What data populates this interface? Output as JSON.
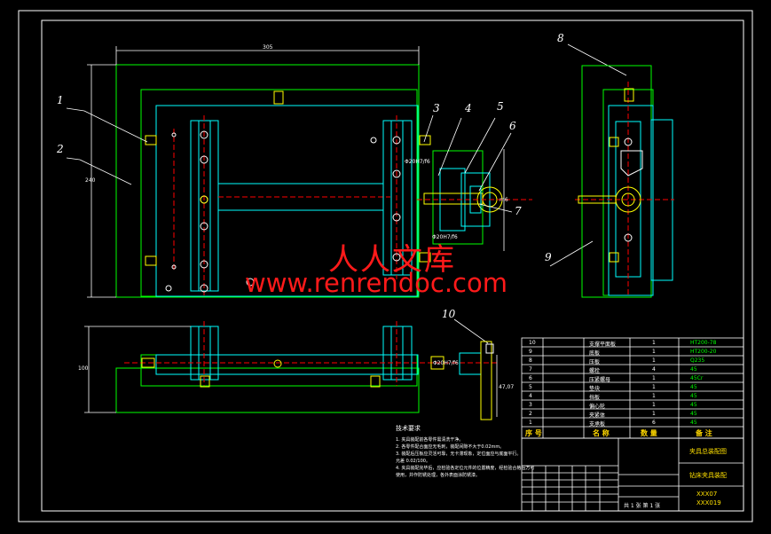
{
  "watermark": {
    "chinese": "人人文库",
    "url": "www.renrendoc.com"
  },
  "callouts": [
    "1",
    "2",
    "3",
    "4",
    "5",
    "6",
    "7",
    "8",
    "9",
    "10"
  ],
  "dimensions": {
    "top_width": "305",
    "left_height": "240",
    "bottom_height": "100",
    "right_small": "47,07",
    "fit1": "Φ20H7/f6",
    "fit2": "Φ20H7/f6",
    "fit3": "Φ20H7/f6",
    "mm": "m6"
  },
  "bom": {
    "header": {
      "seq": "序 号",
      "name": "名 称",
      "qty": "数 量",
      "remark": "备 注"
    },
    "rows": [
      {
        "seq": "10",
        "name": "支撑平面板",
        "qty": "1",
        "remark": "HT200-78"
      },
      {
        "seq": "9",
        "name": "底板",
        "qty": "1",
        "remark": "HT200-20"
      },
      {
        "seq": "8",
        "name": "压板",
        "qty": "1",
        "remark": "Q235"
      },
      {
        "seq": "7",
        "name": "螺栓",
        "qty": "4",
        "remark": "45"
      },
      {
        "seq": "6",
        "name": "压紧螺母",
        "qty": "1",
        "remark": "45Cr"
      },
      {
        "seq": "5",
        "name": "垫块",
        "qty": "1",
        "remark": "45"
      },
      {
        "seq": "4",
        "name": "挡板",
        "qty": "1",
        "remark": "45"
      },
      {
        "seq": "3",
        "name": "偏心轮",
        "qty": "1",
        "remark": "45"
      },
      {
        "seq": "2",
        "name": "夹紧体",
        "qty": "1",
        "remark": "45"
      },
      {
        "seq": "1",
        "name": "支承板",
        "qty": "6",
        "remark": "45"
      }
    ]
  },
  "title_block": {
    "title1": "夹具总装配图",
    "title2": "钻床夹具装配",
    "code1": "XXX07",
    "code2": "XXX019",
    "sheet": "共 1 张  第 1 张"
  },
  "notes": {
    "heading": "技术要求",
    "lines": [
      "1. 夹具装配前各零件需清洗干净。",
      "2. 各零件配合面应无毛刺，装配间隙不大于0.02mm。",
      "3. 装配后压板应灵活可靠，无卡滞现象，定位面应与底面平行。",
      "   允差 0.02/100。",
      "4. 夹具装配完毕后，应检验各定位元件的位置精度，经检验合格后方可",
      "   使用，并作防锈处理，各外表面涂防锈漆。"
    ]
  },
  "colors": {
    "background": "#000000",
    "green": "#00ff00",
    "cyan": "#00ffff",
    "white": "#ffffff",
    "red": "#ff0000",
    "yellow": "#ffff00",
    "watermark": "#ff1a1a"
  }
}
